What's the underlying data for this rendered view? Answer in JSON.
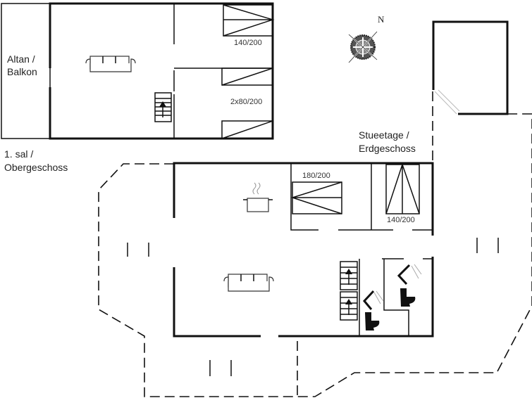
{
  "floor_plan": {
    "upper_floor": {
      "label_line1": "1. sal /",
      "label_line2": "Obergeschoss",
      "balcony_line1": "Altan /",
      "balcony_line2": "Balkon",
      "beds": [
        "140/200",
        "2x80/200"
      ]
    },
    "ground_floor": {
      "label_line1": "Stueetage /",
      "label_line2": "Erdgeschoss",
      "beds": [
        "180/200",
        "140/200"
      ]
    },
    "compass": {
      "label": "N"
    }
  }
}
